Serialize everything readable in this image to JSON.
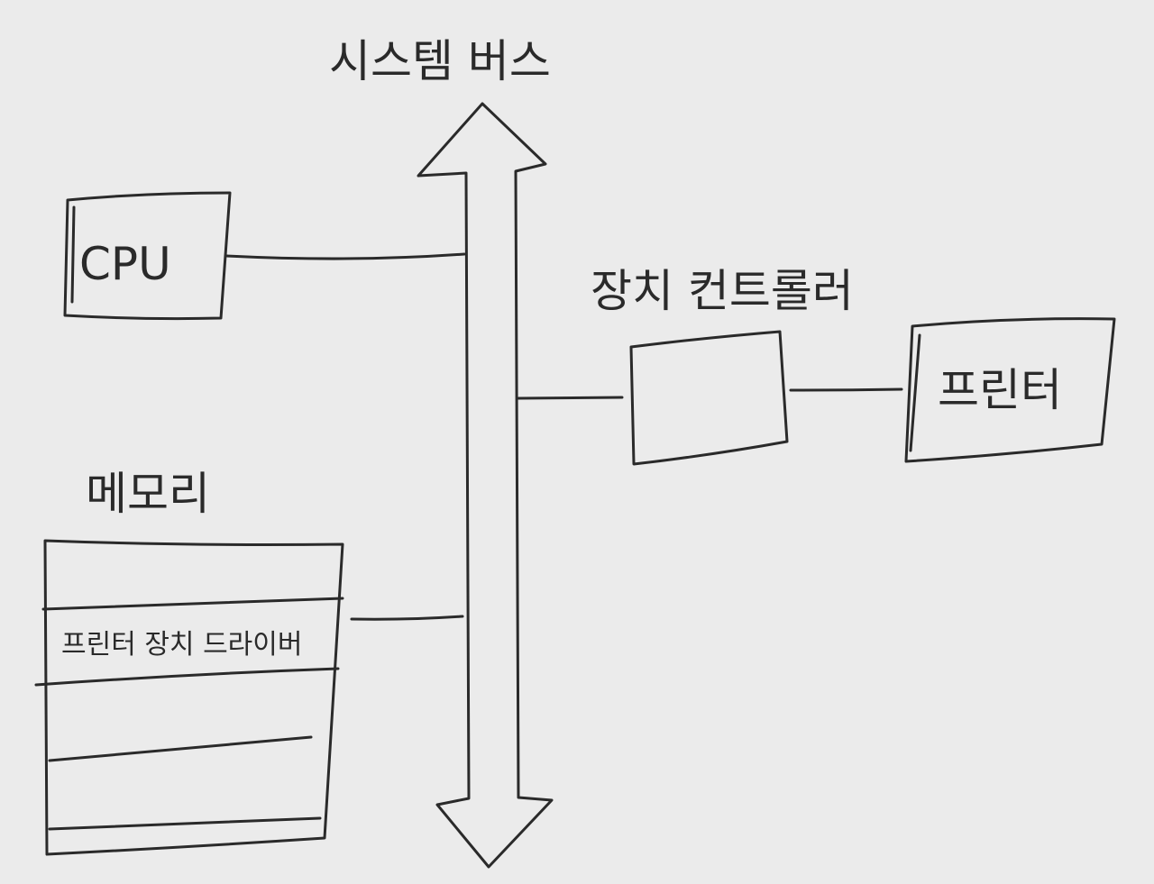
{
  "diagram": {
    "bus_label": "시스템 버스",
    "cpu_label": "CPU",
    "controller_label": "장치 컨트롤러",
    "printer_label": "프린터",
    "memory_label": "메모리",
    "memory_driver_label": "프린터 장치 드라이버"
  },
  "style": {
    "background": "#ebebeb",
    "ink": "#2a2a2a"
  }
}
